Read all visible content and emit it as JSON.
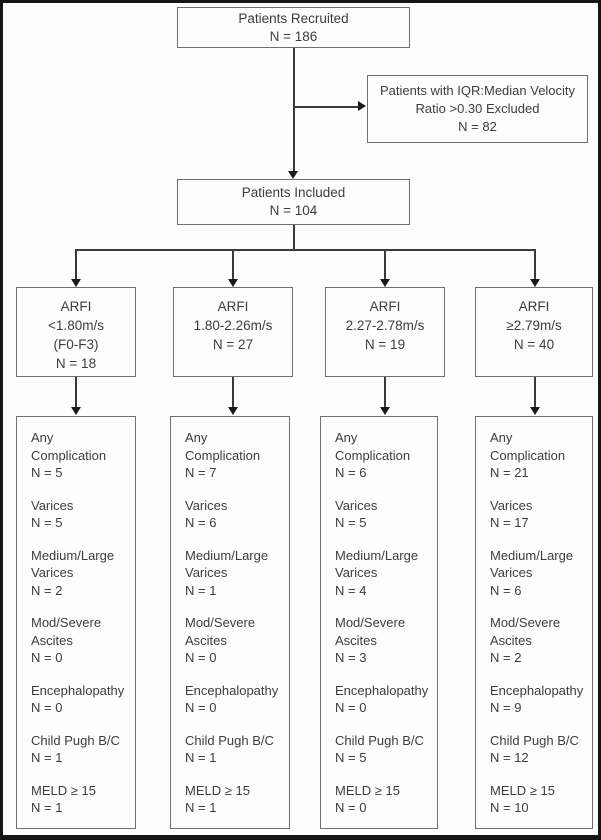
{
  "page": {
    "background_color": "#fdfdfd",
    "frame_color": "#151515",
    "box_border_color": "#6f6f6f",
    "text_color": "#3d3d3d",
    "connector_color": "#3a3a3a"
  },
  "flowchart": {
    "recruited": {
      "lines": [
        "Patients Recruited",
        "N = 186"
      ]
    },
    "excluded": {
      "lines": [
        "Patients with IQR:Median Velocity",
        "Ratio >0.30 Excluded",
        "N = 82"
      ]
    },
    "included": {
      "lines": [
        "Patients Included",
        "N = 104"
      ]
    },
    "arms": [
      {
        "arfi_lines": [
          "ARFI",
          "<1.80m/s",
          "(F0-F3)",
          "N = 18"
        ],
        "outcomes": [
          {
            "label": "Any Complication",
            "value": "N = 5"
          },
          {
            "label": "Varices",
            "value": "N = 5"
          },
          {
            "label": "Medium/Large Varices",
            "value": "N = 2"
          },
          {
            "label": "Mod/Severe Ascites",
            "value": "N = 0"
          },
          {
            "label": "Encephalopathy",
            "value": "N = 0"
          },
          {
            "label": "Child Pugh B/C",
            "value": "N = 1"
          },
          {
            "label": "MELD ≥ 15",
            "value": "N = 1"
          }
        ]
      },
      {
        "arfi_lines": [
          "ARFI",
          "1.80-2.26m/s",
          "N = 27"
        ],
        "outcomes": [
          {
            "label": "Any Complication",
            "value": "N = 7"
          },
          {
            "label": "Varices",
            "value": "N = 6"
          },
          {
            "label": "Medium/Large Varices",
            "value": "N = 1"
          },
          {
            "label": "Mod/Severe Ascites",
            "value": "N = 0"
          },
          {
            "label": "Encephalopathy",
            "value": "N = 0"
          },
          {
            "label": "Child Pugh B/C",
            "value": "N = 1"
          },
          {
            "label": "MELD ≥ 15",
            "value": "N = 1"
          }
        ]
      },
      {
        "arfi_lines": [
          "ARFI",
          "2.27-2.78m/s",
          "N = 19"
        ],
        "outcomes": [
          {
            "label": "Any Complication",
            "value": "N = 6"
          },
          {
            "label": "Varices",
            "value": "N = 5"
          },
          {
            "label": "Medium/Large Varices",
            "value": "N = 4"
          },
          {
            "label": "Mod/Severe Ascites",
            "value": "N = 3"
          },
          {
            "label": "Encephalopathy",
            "value": "N = 0"
          },
          {
            "label": "Child Pugh B/C",
            "value": "N = 5"
          },
          {
            "label": "MELD ≥ 15",
            "value": "N = 0"
          }
        ]
      },
      {
        "arfi_lines": [
          "ARFI",
          "≥2.79m/s",
          "N = 40"
        ],
        "outcomes": [
          {
            "label": "Any Complication",
            "value": "N = 21"
          },
          {
            "label": "Varices",
            "value": "N = 17"
          },
          {
            "label": "Medium/Large Varices",
            "value": "N = 6"
          },
          {
            "label": "Mod/Severe Ascites",
            "value": "N = 2"
          },
          {
            "label": "Encephalopathy",
            "value": "N = 9"
          },
          {
            "label": "Child Pugh B/C",
            "value": "N = 12"
          },
          {
            "label": "MELD ≥ 15",
            "value": "N = 10"
          }
        ]
      }
    ]
  }
}
